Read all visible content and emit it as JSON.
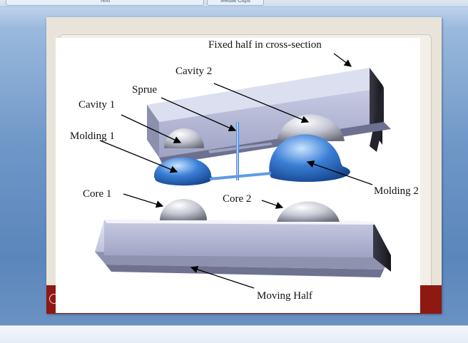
{
  "ribbon": {
    "tab_text": "Text",
    "tab_media": "Media Clips"
  },
  "diagram": {
    "labels": {
      "fixed_half": "Fixed half in cross-section",
      "cavity2": "Cavity 2",
      "sprue": "Sprue",
      "cavity1": "Cavity 1",
      "molding1": "Molding 1",
      "molding2": "Molding 2",
      "core1": "Core 1",
      "core2": "Core 2",
      "moving_half": "Moving Half"
    }
  },
  "colors": {
    "footer": "#8e1812",
    "molding_blue": "#3b7fd6",
    "mold_steel": "#c9cde6"
  }
}
